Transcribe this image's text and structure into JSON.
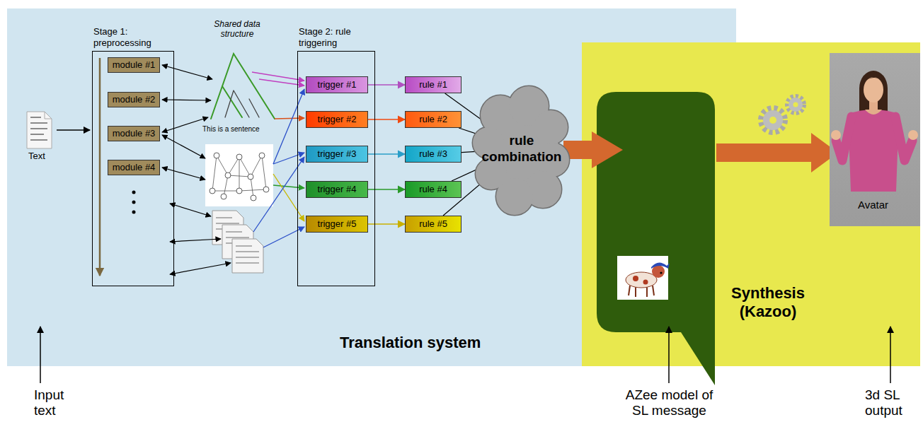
{
  "diagram": {
    "nodes": [
      {
        "text": [
          "Translation system"
        ]
      },
      {
        "text": [
          "Stage 1: preprocessing"
        ],
        "in": 0
      },
      {
        "text": [
          "module #1"
        ],
        "in": 1
      },
      {
        "text": [
          "module #2"
        ],
        "in": 1
      },
      {
        "text": [
          "module #3"
        ],
        "in": 1
      },
      {
        "text": [
          "module #4"
        ],
        "in": 1
      },
      {
        "text": [
          "Stage 2: rule triggering"
        ],
        "in": 0
      },
      {
        "text": [
          "trigger #1"
        ],
        "in": 6
      },
      {
        "text": [
          "trigger #2"
        ],
        "in": 6
      },
      {
        "text": [
          "trigger #3"
        ],
        "in": 6
      },
      {
        "text": [
          "trigger #4"
        ],
        "in": 6
      },
      {
        "text": [
          "trigger #5"
        ],
        "in": 6
      },
      {
        "text": [
          "rule #1"
        ],
        "in": 0
      },
      {
        "text": [
          "rule #2"
        ],
        "in": 0
      },
      {
        "text": [
          "rule #3"
        ],
        "in": 0
      },
      {
        "text": [
          "rule #4"
        ],
        "in": 0
      },
      {
        "text": [
          "rule #5"
        ],
        "in": 0
      },
      {
        "text": [
          "rule combination"
        ],
        "in": 0
      },
      {
        "text": [
          "Synthesis (Kazoo)"
        ]
      },
      {
        "text": [
          "Avatar"
        ],
        "in": 18
      }
    ],
    "edges": [
      {
        "from": 7,
        "to": 12,
        "arrow": "to"
      },
      {
        "from": 8,
        "to": 13,
        "arrow": "to"
      },
      {
        "from": 9,
        "to": 14,
        "arrow": "to"
      },
      {
        "from": 10,
        "to": 15,
        "arrow": "to"
      },
      {
        "from": 11,
        "to": 16,
        "arrow": "to"
      },
      {
        "from": 12,
        "to": 17,
        "arrow": "none"
      },
      {
        "from": 13,
        "to": 17,
        "arrow": "none"
      },
      {
        "from": 14,
        "to": 17,
        "arrow": "none"
      },
      {
        "from": 15,
        "to": 17,
        "arrow": "none"
      },
      {
        "from": 16,
        "to": 17,
        "arrow": "none"
      }
    ],
    "labels": [
      "Text",
      "Shared data structure",
      "This is a sentence",
      "Input text",
      "AZee model of SL message",
      "3d SL output"
    ]
  }
}
